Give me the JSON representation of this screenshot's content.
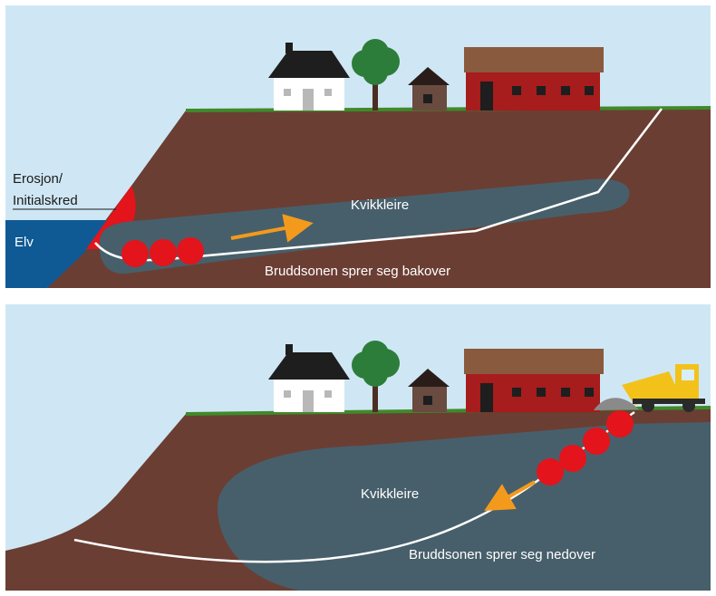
{
  "panel_top": {
    "labels": {
      "erosion_line1": "Erosjon/",
      "erosion_line2": "Initialskred",
      "river": "Elv",
      "quick_clay": "Kvikkleire",
      "fracture": "Bruddsonen sprer seg bakover"
    }
  },
  "panel_bottom": {
    "labels": {
      "quick_clay": "Kvikkleire",
      "fracture": "Bruddsonen sprer seg nedover"
    }
  },
  "colors": {
    "sky": "#cfe7f4",
    "ground": "#6b3e33",
    "quick_clay": "#475f6b",
    "river": "#0f5a94",
    "failure_red": "#e3141b",
    "arrow": "#f39a1c",
    "house_red": "#a71c1c",
    "grass": "#3f8a2a",
    "truck": "#f2c21b"
  },
  "icons": [
    "house-icon",
    "tree-icon",
    "shed-icon",
    "barn-icon",
    "dump-truck-icon",
    "arrow-icon"
  ]
}
